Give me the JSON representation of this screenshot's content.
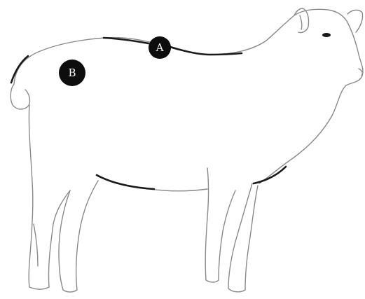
{
  "diagram": {
    "subject": "sheep",
    "markers": [
      {
        "id": "A",
        "label": "A"
      },
      {
        "id": "B",
        "label": "B"
      }
    ]
  }
}
